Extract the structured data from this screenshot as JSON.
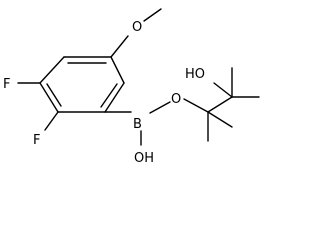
{
  "molecule": {
    "atom_labels": {
      "methoxy_oxygen": "O",
      "hydroxyl_right": "HO",
      "fluorine_left": "F",
      "fluorine_bottom": "F",
      "boron": "B",
      "ester_oxygen": "O",
      "hydroxyl_boron": "OH"
    },
    "colors": {
      "bond": "#000000",
      "label": "#000000",
      "background": "#ffffff"
    }
  }
}
